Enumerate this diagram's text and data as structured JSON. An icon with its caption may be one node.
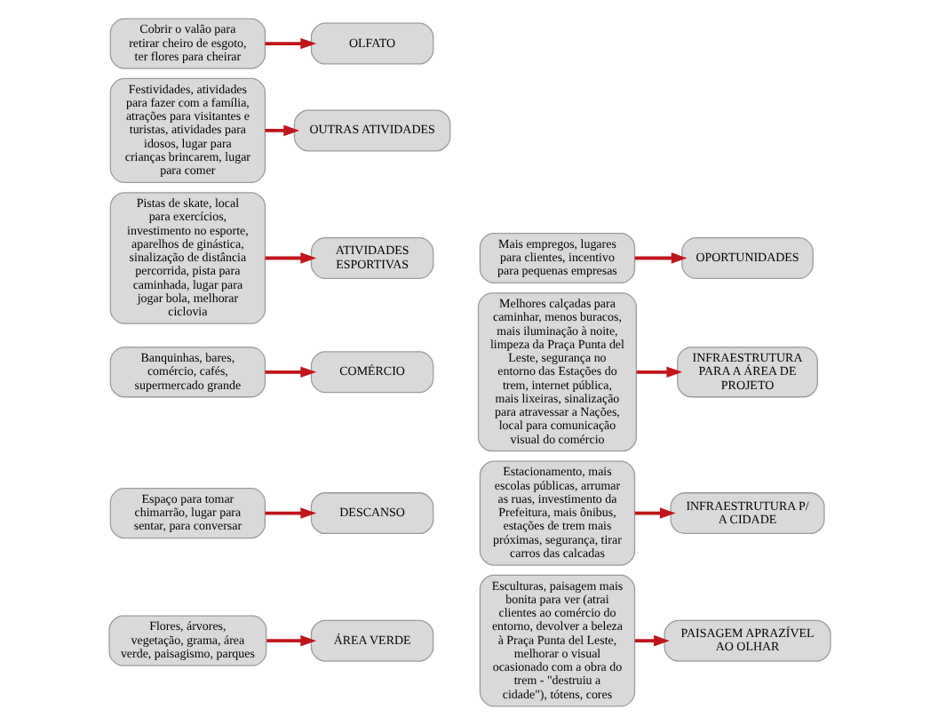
{
  "diagram": {
    "nodes": [
      {
        "text": [
          "Flores, árvores, vegetação, grama, área verde, paisagismo, parques"
        ]
      },
      {
        "text": [
          "ÁREA VERDE"
        ]
      },
      {
        "text": [
          "Espaço para tomar chimarrão, lugar para sentar, para conversar"
        ]
      },
      {
        "text": [
          "DESCANSO"
        ]
      },
      {
        "text": [
          "Banquinhas, bares, comércio, cafés, supermercado grande"
        ]
      },
      {
        "text": [
          "COMÉRCIO"
        ]
      },
      {
        "text": [
          "Pistas de skate, local para exercícios, investimento no esporte, aparelhos de ginástica, sinalização de distância percorrida, pista para caminhada, lugar para jogar bola, melhorar ciclovia"
        ]
      },
      {
        "text": [
          "ATIVIDADES ESPORTIVAS"
        ]
      },
      {
        "text": [
          "Festividades, atividades para fazer com a família, atrações para visitantes e turistas, atividades para idosos, lugar para crianças brincarem, lugar para comer"
        ]
      },
      {
        "text": [
          "OUTRAS ATIVIDADES"
        ]
      },
      {
        "text": [
          "Cobrir o valão para retirar cheiro de esgoto, ter flores para cheirar"
        ]
      },
      {
        "text": [
          "OLFATO"
        ]
      },
      {
        "text": [
          "Esculturas, paisagem mais bonita para ver (atrai clientes ao comércio do entorno, devolver a beleza à Praça Punta del Leste, melhorar o visual ocasionado com a obra do trem - \"destruiu a cidade\"), tótens, cores"
        ]
      },
      {
        "text": [
          "PAISAGEM APRAZÍVEL AO OLHAR"
        ]
      },
      {
        "text": [
          "Estacionamento, mais escolas públicas, arrumar as ruas, investimento da Prefeitura, mais ônibus, estações de trem mais próximas, segurança, tirar carros das calcadas"
        ]
      },
      {
        "text": [
          "INFRAESTRUTURA P/ A CIDADE"
        ]
      },
      {
        "text": [
          "Melhores calçadas para caminhar, menos buracos, mais iluminação à noite, limpeza da Praça Punta del Leste, segurança no entorno das Estações do trem, internet pública, mais lixeiras, sinalização para atravessar a Nações, local para comunicação visual do comércio"
        ]
      },
      {
        "text": [
          "INFRAESTRUTURA PARA A ÁREA DE PROJETO"
        ]
      },
      {
        "text": [
          "Mais empregos, lugares para clientes, incentivo para pequenas empresas"
        ]
      },
      {
        "text": [
          "OPORTUNIDADES"
        ]
      }
    ],
    "edges": [
      {
        "from": 0,
        "to": 1,
        "arrow": "to"
      },
      {
        "from": 2,
        "to": 3,
        "arrow": "to"
      },
      {
        "from": 4,
        "to": 5,
        "arrow": "to"
      },
      {
        "from": 6,
        "to": 7,
        "arrow": "to"
      },
      {
        "from": 8,
        "to": 9,
        "arrow": "to"
      },
      {
        "from": 10,
        "to": 11,
        "arrow": "to"
      },
      {
        "from": 12,
        "to": 13,
        "arrow": "to"
      },
      {
        "from": 14,
        "to": 15,
        "arrow": "to"
      },
      {
        "from": 16,
        "to": 17,
        "arrow": "to"
      },
      {
        "from": 18,
        "to": 19,
        "arrow": "to"
      }
    ]
  }
}
